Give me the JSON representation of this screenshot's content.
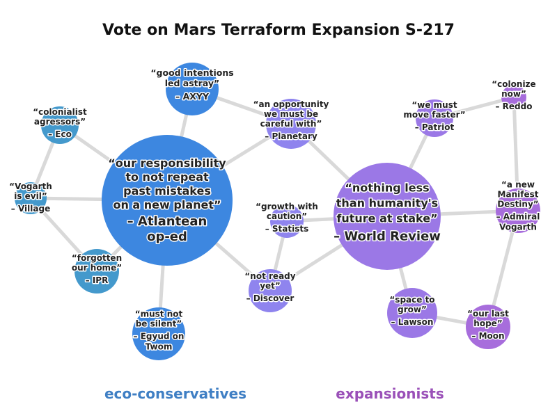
{
  "title": "Vote on Mars Terraform Expansion S-217",
  "colors": {
    "eco_big": "#3d87e0",
    "eco_small": "#4499cc",
    "neutral": "#8f84ee",
    "exp_big": "#9b78e6",
    "exp_small": "#a76ddc",
    "eco_label": "#3f7fc4",
    "exp_label": "#9a50b8",
    "edge": "#d9d9d9"
  },
  "legend": {
    "eco": "eco-conservatives",
    "exp": "expansionists"
  },
  "nodes": [
    {
      "id": "atlantean",
      "group": "eco",
      "quote": [
        "“our responsibility",
        "to not repeat",
        "past mistakes",
        "on a new planet”"
      ],
      "source": [
        "– Atlantean",
        "op-ed"
      ]
    },
    {
      "id": "axyy",
      "group": "eco",
      "quote": [
        "“good intentions",
        "led astray”"
      ],
      "source": [
        "– AXYY"
      ]
    },
    {
      "id": "eco",
      "group": "eco",
      "quote": [
        "“colonialist",
        "agressors”"
      ],
      "source": [
        "– Eco"
      ]
    },
    {
      "id": "village",
      "group": "eco",
      "quote": [
        "“Vogarth",
        "is evil”"
      ],
      "source": [
        "– Village"
      ]
    },
    {
      "id": "ipr",
      "group": "eco",
      "quote": [
        "“forgotten",
        "our home”"
      ],
      "source": [
        "– IPR"
      ]
    },
    {
      "id": "egyud",
      "group": "eco",
      "quote": [
        "“must not",
        "be silent”"
      ],
      "source": [
        "– Egyud on",
        "Twom"
      ]
    },
    {
      "id": "planetary",
      "group": "neutral",
      "quote": [
        "“an opportunity",
        "we must be",
        "careful with”"
      ],
      "source": [
        "– Planetary"
      ]
    },
    {
      "id": "statists",
      "group": "neutral",
      "quote": [
        "“growth with",
        "caution”"
      ],
      "source": [
        "– Statists"
      ]
    },
    {
      "id": "discover",
      "group": "neutral",
      "quote": [
        "“not ready",
        "yet”"
      ],
      "source": [
        "– Discover"
      ]
    },
    {
      "id": "world",
      "group": "exp",
      "quote": [
        "“nothing less",
        "than humanity's",
        "future at stake”"
      ],
      "source": [
        "– World Review"
      ]
    },
    {
      "id": "patriot",
      "group": "exp",
      "quote": [
        "“we must",
        "move faster”"
      ],
      "source": [
        "– Patriot"
      ]
    },
    {
      "id": "reddo",
      "group": "exp",
      "quote": [
        "“colonize",
        "now”"
      ],
      "source": [
        "– Reddo"
      ]
    },
    {
      "id": "admiral",
      "group": "exp",
      "quote": [
        "“a new",
        "Manifest",
        "Destiny”"
      ],
      "source": [
        "– Admiral",
        "Vogarth"
      ]
    },
    {
      "id": "lawson",
      "group": "exp",
      "quote": [
        "“space to",
        "grow”"
      ],
      "source": [
        "– Lawson"
      ]
    },
    {
      "id": "moon",
      "group": "exp",
      "quote": [
        "“our last",
        "hope”"
      ],
      "source": [
        "– Moon"
      ]
    }
  ],
  "edges": [
    [
      "atlantean",
      "axyy"
    ],
    [
      "atlantean",
      "eco"
    ],
    [
      "atlantean",
      "village"
    ],
    [
      "atlantean",
      "ipr"
    ],
    [
      "atlantean",
      "egyud"
    ],
    [
      "atlantean",
      "planetary"
    ],
    [
      "atlantean",
      "discover"
    ],
    [
      "eco",
      "village"
    ],
    [
      "village",
      "ipr"
    ],
    [
      "axyy",
      "planetary"
    ],
    [
      "planetary",
      "world"
    ],
    [
      "statists",
      "world"
    ],
    [
      "discover",
      "world"
    ],
    [
      "statists",
      "discover"
    ],
    [
      "world",
      "patriot"
    ],
    [
      "world",
      "admiral"
    ],
    [
      "world",
      "lawson"
    ],
    [
      "patriot",
      "reddo"
    ],
    [
      "reddo",
      "admiral"
    ],
    [
      "admiral",
      "moon"
    ],
    [
      "lawson",
      "moon"
    ]
  ]
}
